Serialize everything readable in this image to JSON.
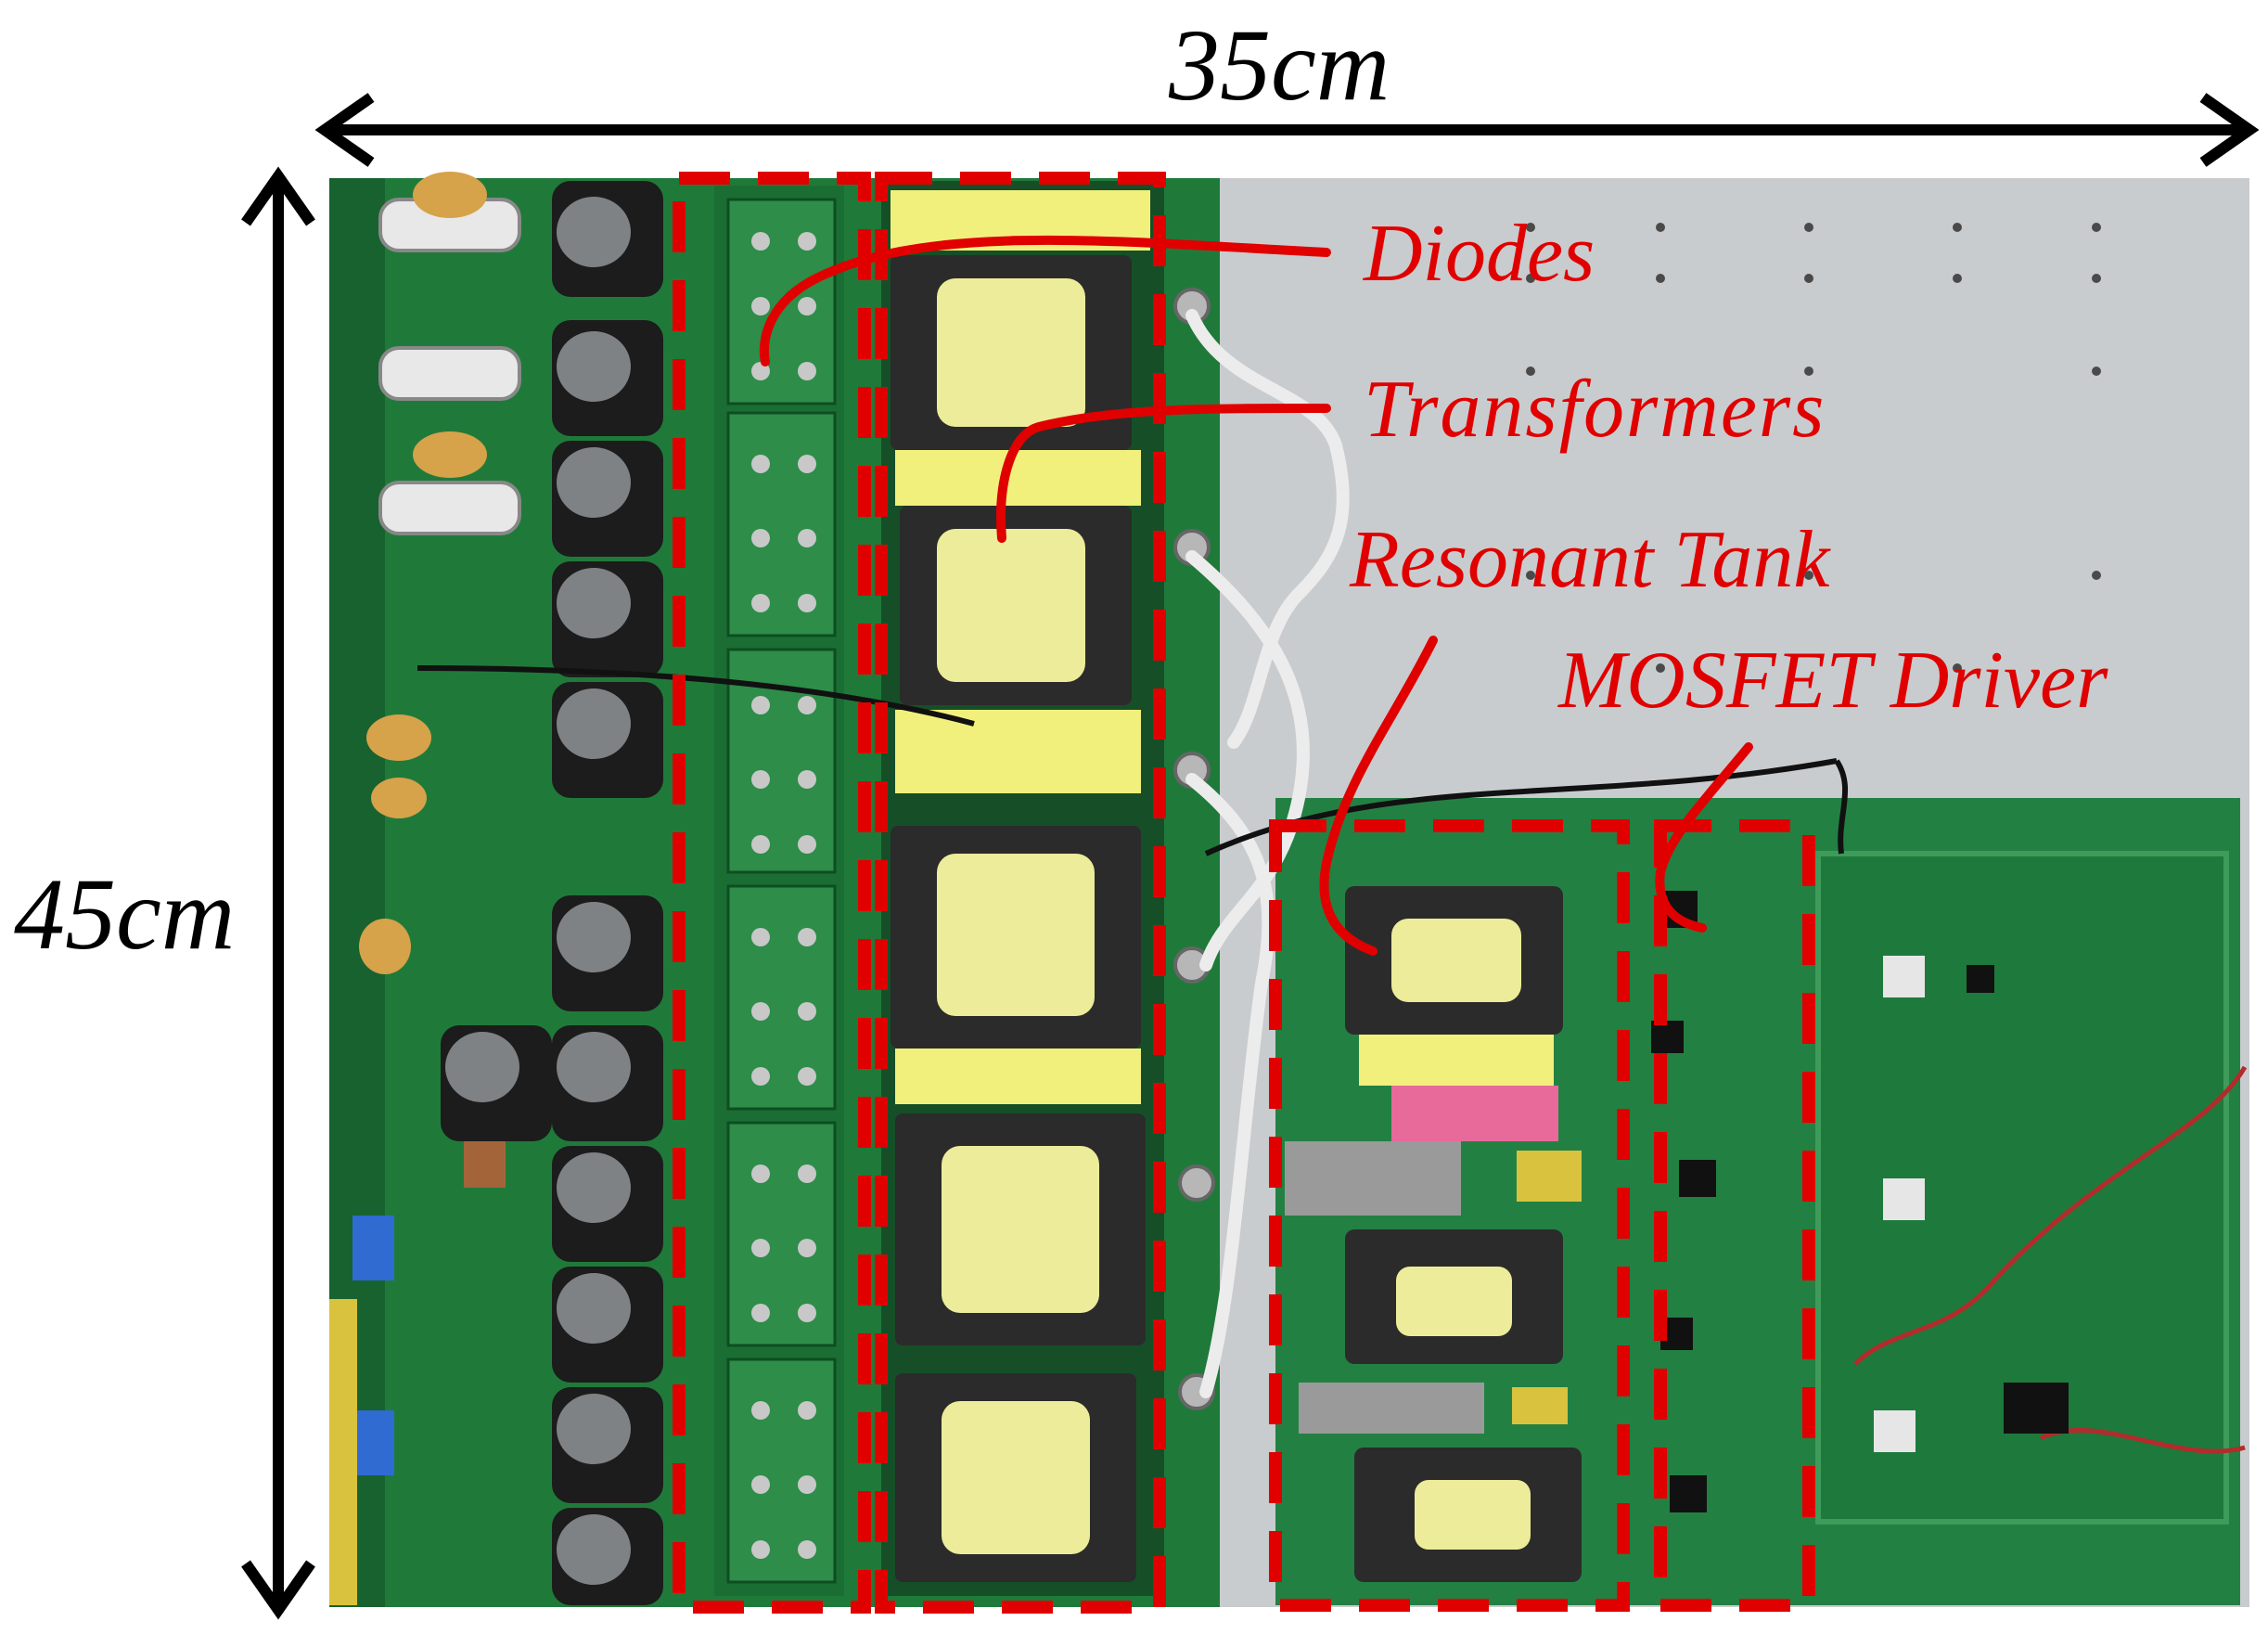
{
  "dimensions": {
    "width_label": "35cm",
    "height_label": "45cm"
  },
  "callouts": {
    "diodes": "Diodes",
    "transformers": "Transformers",
    "resonant_tank": "Resonant Tank",
    "mosfet_driver": "MOSFET Driver"
  },
  "colors": {
    "annotation": "#e00000",
    "pcb_green": "#1f7a3a",
    "aluminum_plate": "#c9ccce",
    "transformer_core": "#2b2b2b",
    "transformer_winding": "#ecec9a",
    "capacitor": "#1c1c1c"
  }
}
